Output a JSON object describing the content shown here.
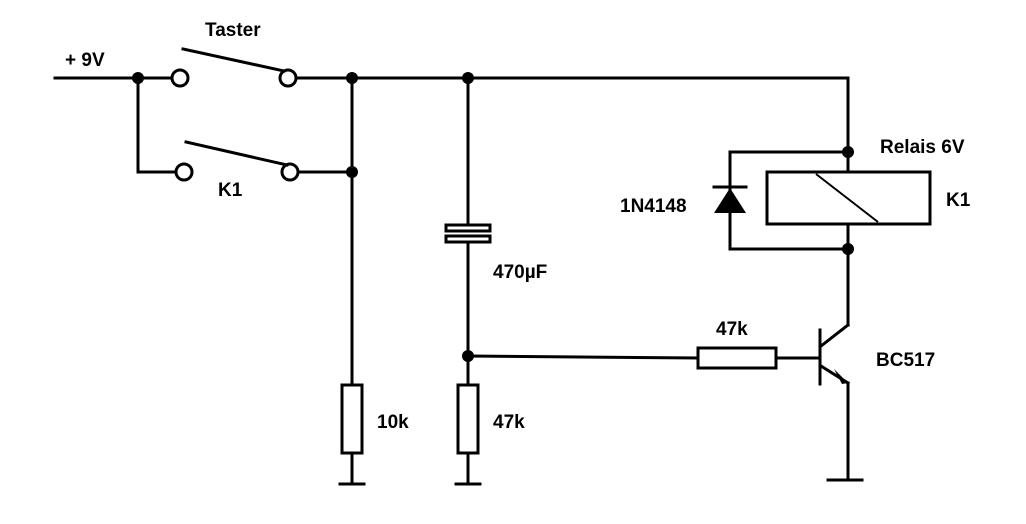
{
  "labels": {
    "supply": "+ 9V",
    "taster": "Taster",
    "k1_contact": "K1",
    "relay_title": "Relais 6V",
    "relay_ref": "K1",
    "diode": "1N4148",
    "capacitor": "470µF",
    "resistor_base": "47k",
    "transistor": "BC517",
    "resistor_10k": "10k",
    "resistor_47k_bottom": "47k"
  }
}
